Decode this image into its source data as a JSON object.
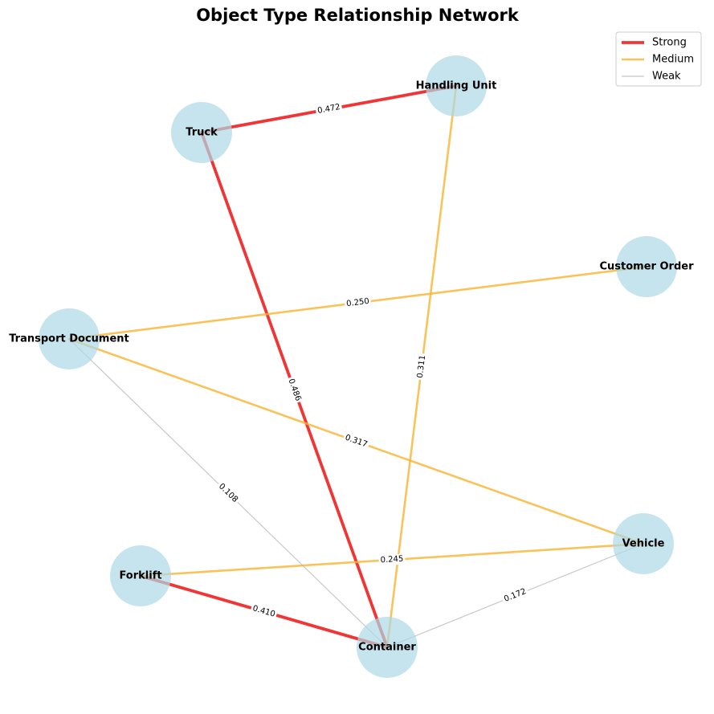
{
  "title": "Object Type Relationship Network",
  "colors": {
    "node_fill": "#add8e6",
    "strong": "#ee1111",
    "medium": "#f8b430",
    "weak": "#b5b5b5"
  },
  "legend": {
    "placement": "top-right",
    "items": [
      {
        "key": "strong",
        "label": "Strong"
      },
      {
        "key": "medium",
        "label": "Medium"
      },
      {
        "key": "weak",
        "label": "Weak"
      }
    ]
  },
  "chart_data": {
    "type": "network",
    "nodes": [
      {
        "id": "Truck",
        "label": "Truck"
      },
      {
        "id": "Handling Unit",
        "label": "Handling Unit"
      },
      {
        "id": "Customer Order",
        "label": "Customer Order"
      },
      {
        "id": "Transport Document",
        "label": "Transport Document"
      },
      {
        "id": "Vehicle",
        "label": "Vehicle"
      },
      {
        "id": "Forklift",
        "label": "Forklift"
      },
      {
        "id": "Container",
        "label": "Container"
      }
    ],
    "edges": [
      {
        "source": "Truck",
        "target": "Handling Unit",
        "weight": "0.472",
        "strength": "strong"
      },
      {
        "source": "Truck",
        "target": "Container",
        "weight": "0.486",
        "strength": "strong"
      },
      {
        "source": "Forklift",
        "target": "Container",
        "weight": "0.410",
        "strength": "strong"
      },
      {
        "source": "Handling Unit",
        "target": "Container",
        "weight": "0.311",
        "strength": "medium"
      },
      {
        "source": "Transport Document",
        "target": "Customer Order",
        "weight": "0.250",
        "strength": "medium"
      },
      {
        "source": "Transport Document",
        "target": "Vehicle",
        "weight": "0.317",
        "strength": "medium"
      },
      {
        "source": "Forklift",
        "target": "Vehicle",
        "weight": "0.245",
        "strength": "medium"
      },
      {
        "source": "Transport Document",
        "target": "Container",
        "weight": "0.108",
        "strength": "weak"
      },
      {
        "source": "Vehicle",
        "target": "Container",
        "weight": "0.172",
        "strength": "weak"
      }
    ]
  }
}
